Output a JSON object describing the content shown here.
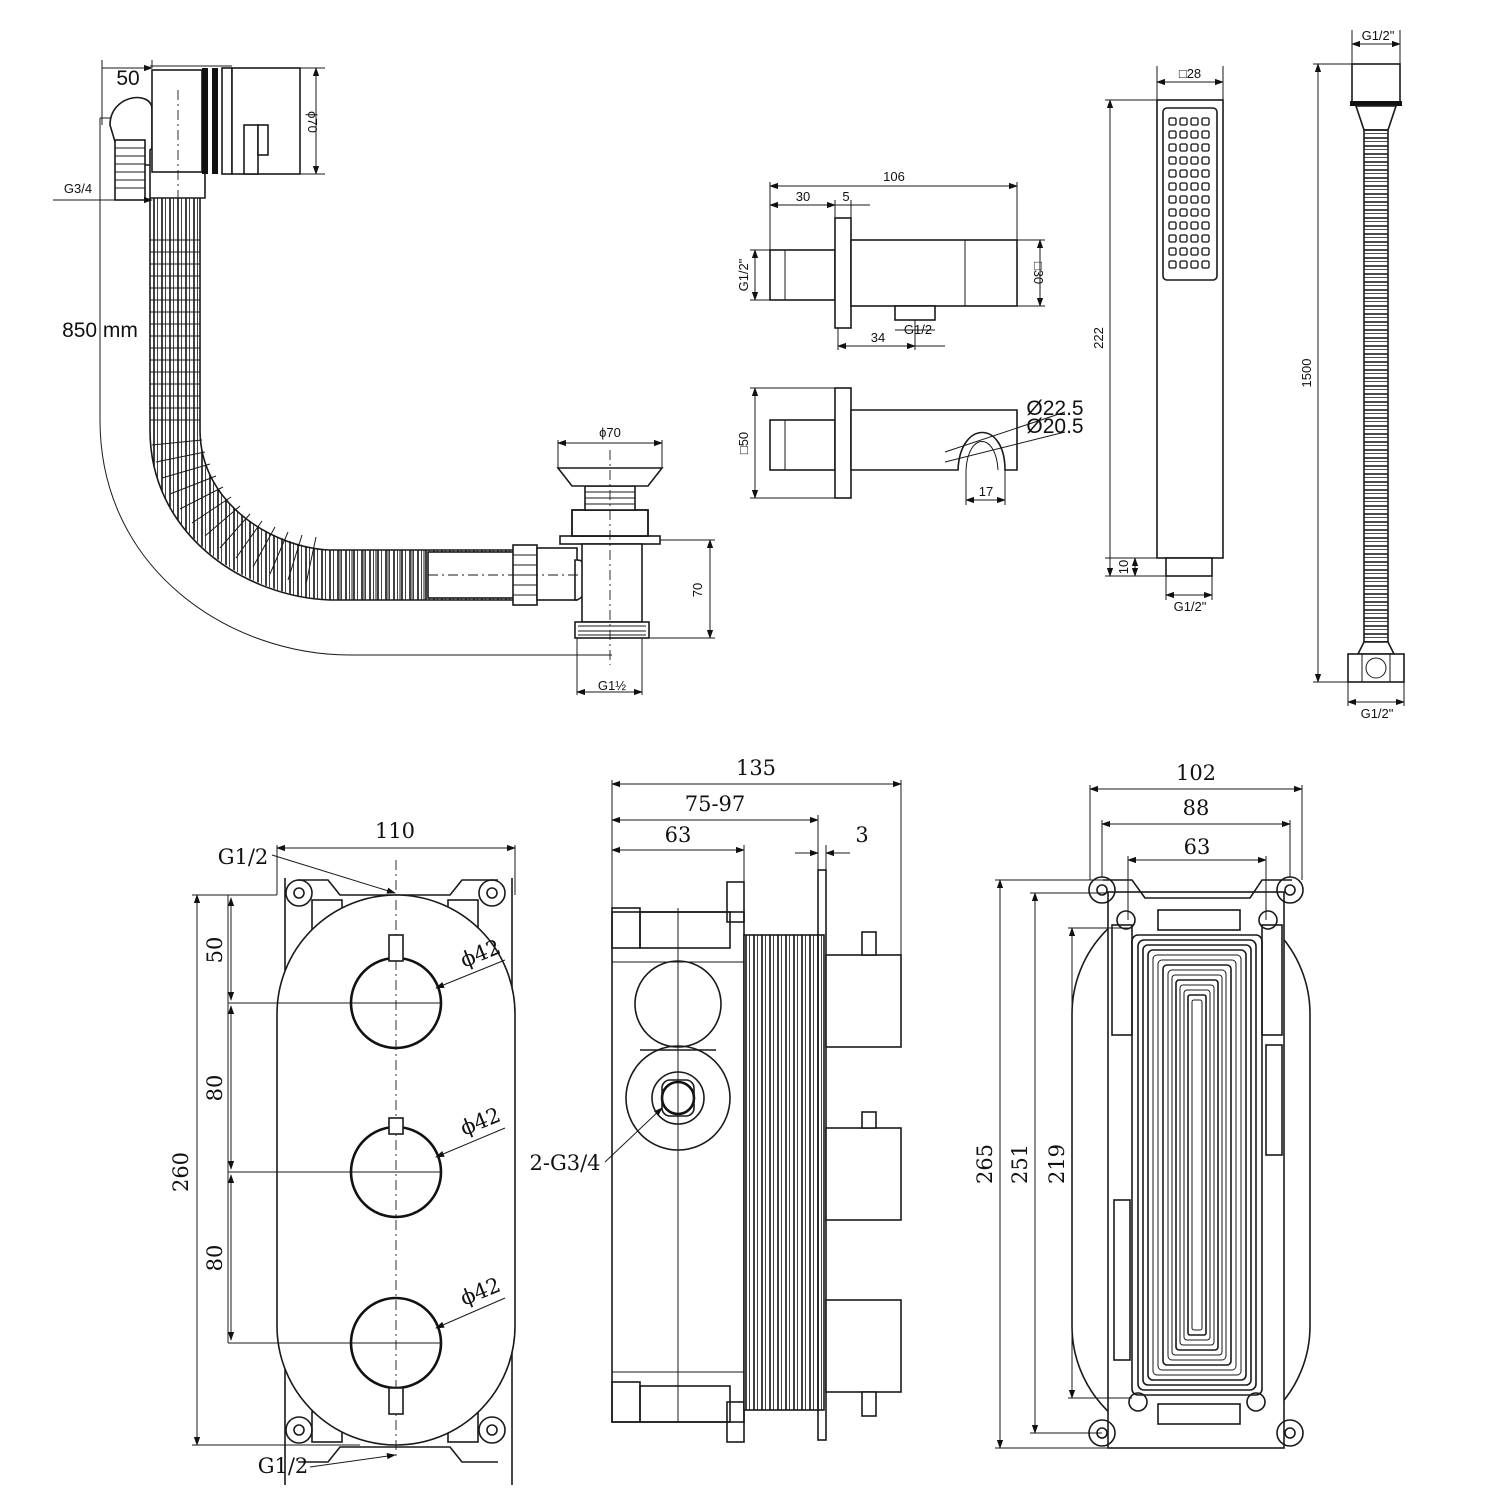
{
  "drain": {
    "width_label": "50",
    "thread_label": "G3/4",
    "overflow_dia_label": "ϕ70",
    "hose_length_label": "850 mm",
    "waste_dia_label": "ϕ70",
    "height_label": "70",
    "outlet_thread_label": "G1½"
  },
  "wall_outlet": {
    "total_label": "106",
    "depth_label": "30",
    "plate_label": "5",
    "inlet_label": "G1/2\"",
    "square_label": "□30",
    "outlet_offset_label": "34",
    "outlet_thread_label": "G1/2",
    "plate_size_label": "□50",
    "holder_outer_label": "Ø22.5",
    "holder_inner_label": "Ø20.5",
    "holder_gap_label": "17"
  },
  "handset": {
    "width_label": "□28",
    "length_label": "222",
    "neck_label": "10",
    "thread_label": "G1/2\""
  },
  "hose": {
    "top_thread_label": "G1/2\"",
    "length_label": "1500",
    "bottom_thread_label": "G1/2\""
  },
  "valve_front": {
    "width_label": "110",
    "top_inlet_label": "G1/2",
    "height_label": "260",
    "spacing_top_label": "50",
    "spacing_mid_label": "80",
    "spacing_bottom_label": "80",
    "knob_dia_label": "ϕ42",
    "bottom_inlet_label": "G1/2"
  },
  "valve_side": {
    "total_label": "135",
    "adjust_label": "75-97",
    "body_label": "63",
    "plate_label": "3",
    "outlets_label": "2-G3/4"
  },
  "valve_back": {
    "outer_label": "102",
    "mid_label": "88",
    "inner_label": "63",
    "height_outer_label": "265",
    "height_mid_label": "251",
    "height_inner_label": "219"
  }
}
